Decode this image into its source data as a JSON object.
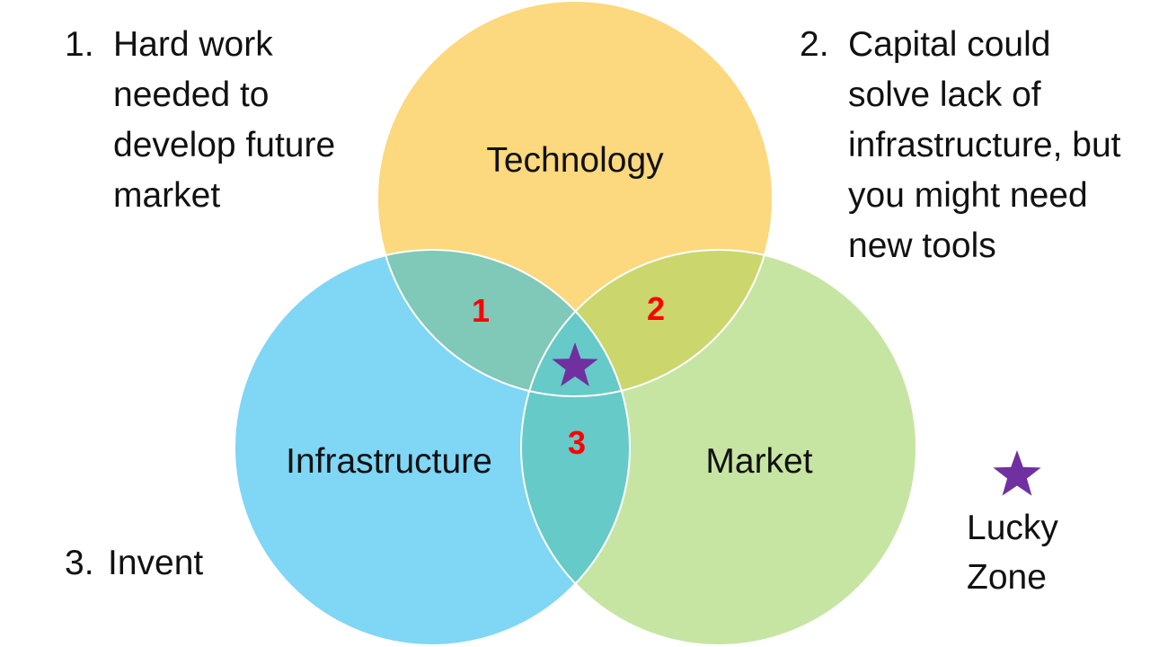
{
  "diagram": {
    "circles": [
      {
        "id": "technology",
        "label": "Technology",
        "color": "#fcd87e"
      },
      {
        "id": "infrastructure",
        "label": "Infrastructure",
        "color": "#7fd6f5"
      },
      {
        "id": "market",
        "label": "Market",
        "color": "#c6e5a3"
      }
    ],
    "overlap_colors": {
      "technology_infrastructure": "#80c8b8",
      "technology_market": "#cbd76c",
      "infrastructure_market": "#66cac8"
    },
    "region_labels": [
      "1",
      "2",
      "3"
    ],
    "region_label_color": "#ff0000",
    "center_star_color": "#7030a0"
  },
  "notes": [
    {
      "number": "1.",
      "text": "Hard work needed to develop future market"
    },
    {
      "number": "2.",
      "text": "Capital could solve lack of infrastructure, but you might need new tools"
    },
    {
      "number": "3.",
      "text": "Invent"
    }
  ],
  "legend": {
    "star_color": "#7030a0",
    "label_line1": "Lucky",
    "label_line2": "Zone"
  }
}
